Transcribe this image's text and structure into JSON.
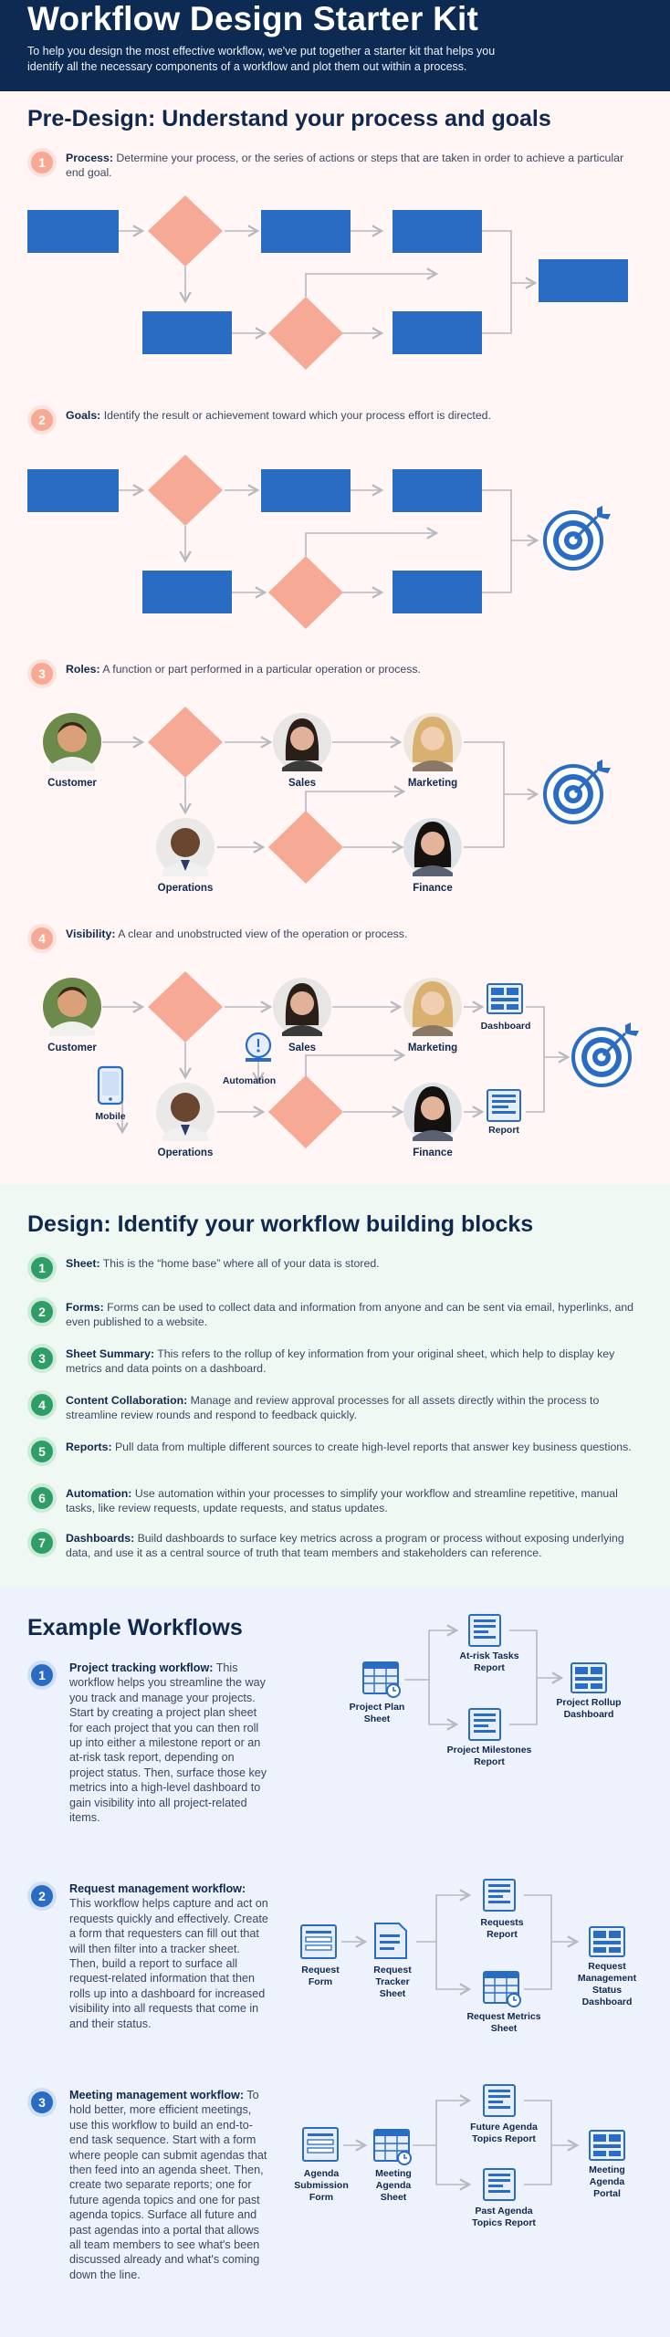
{
  "header": {
    "title": "Workflow Design Starter Kit",
    "intro_line1": "To help you design the most effective workflow, we've put together a starter kit that helps you",
    "intro_line2": "identify all the necessary components of a workflow and plot them out within a process."
  },
  "predesign": {
    "heading": "Pre-Design: Understand your process and goals",
    "steps": [
      {
        "num": "1",
        "term": "Process:",
        "text": "Determine your process, or the series of actions or steps that are taken in order to achieve a particular end goal."
      },
      {
        "num": "2",
        "term": "Goals:",
        "text": "Identify the result or achievement toward which your process effort is directed."
      },
      {
        "num": "3",
        "term": "Roles:",
        "text": "A function or part performed in a particular operation or process."
      },
      {
        "num": "4",
        "term": "Visibility:",
        "text": "A clear and unobstructed view of the operation or process."
      }
    ],
    "roles": {
      "customer": "Customer",
      "sales": "Sales",
      "marketing": "Marketing",
      "operations": "Operations",
      "finance": "Finance"
    },
    "visibility": {
      "customer": "Customer",
      "sales": "Sales",
      "marketing": "Marketing",
      "operations": "Operations",
      "finance": "Finance",
      "automation": "Automation",
      "mobile": "Mobile",
      "dashboard": "Dashboard",
      "report": "Report"
    }
  },
  "design": {
    "heading": "Design: Identify your workflow building blocks",
    "items": [
      {
        "num": "1",
        "term": "Sheet:",
        "text": "This is the “home base” where all of your data is stored."
      },
      {
        "num": "2",
        "term": "Forms:",
        "text": "Forms can be used to collect data and information from anyone and can be sent via email, hyperlinks, and even published to a website."
      },
      {
        "num": "3",
        "term": "Sheet Summary:",
        "text": "This refers to the rollup of key information from your original sheet, which help to display key metrics and data points on a dashboard."
      },
      {
        "num": "4",
        "term": "Content Collaboration:",
        "text": "Manage and review approval processes for all assets directly within the process to streamline review rounds and respond to feedback quickly."
      },
      {
        "num": "5",
        "term": "Reports:",
        "text": "Pull data from multiple different sources to create high-level reports that answer key business questions."
      },
      {
        "num": "6",
        "term": "Automation:",
        "text": "Use automation within your processes to simplify your workflow and streamline repetitive, manual tasks, like review requests, update requests, and status updates."
      },
      {
        "num": "7",
        "term": "Dashboards:",
        "text": "Build dashboards to surface key metrics across a program or process without exposing underlying data, and use it as a central source of truth that team members and stakeholders can reference."
      }
    ]
  },
  "examples": {
    "heading": "Example Workflows",
    "items": [
      {
        "num": "1",
        "term": "Project tracking workflow:",
        "text": "This workflow helps you streamline the way you track and manage your projects. Start by creating a project plan sheet for each project that you can then roll up into either a milestone report or an at-risk task report, depending on project status. Then, surface those key metrics into a high-level dashboard to gain visibility into all project-related items."
      },
      {
        "num": "2",
        "term": "Request management workflow:",
        "text": "This workflow helps capture and act on requests quickly and effectively. Create a form that requesters can fill out that will then filter into a tracker sheet. Then, build a report to surface all request-related information that then rolls up into a dashboard for increased visibility into all requests that come in and their status."
      },
      {
        "num": "3",
        "term": "Meeting management workflow:",
        "text": "To hold better, more efficient meetings, use this workflow to build an end-to-end task sequence. Start with a form where people can submit agendas that then feed into an agenda sheet. Then, create two separate reports; one for future agenda topics and one for past agenda topics. Surface all future and past agendas into a portal that allows all team members to see what's been discussed already and what's coming down the line."
      }
    ],
    "wf1": {
      "sheet_l1": "Project Plan",
      "sheet_l2": "Sheet",
      "r1_l1": "At-risk Tasks",
      "r1_l2": "Report",
      "r2_l1": "Project Milestones",
      "r2_l2": "Report",
      "dash_l1": "Project Rollup",
      "dash_l2": "Dashboard"
    },
    "wf2": {
      "form_l1": "Request",
      "form_l2": "Form",
      "tracker_l1": "Request",
      "tracker_l2": "Tracker",
      "tracker_l3": "Sheet",
      "reports_l1": "Requests",
      "reports_l2": "Report",
      "metrics_l1": "Request Metrics",
      "metrics_l2": "Sheet",
      "dash_l1": "Request",
      "dash_l2": "Management",
      "dash_l3": "Status",
      "dash_l4": "Dashboard"
    },
    "wf3": {
      "form_l1": "Agenda",
      "form_l2": "Submission",
      "form_l3": "Form",
      "sheet_l1": "Meeting",
      "sheet_l2": "Agenda",
      "sheet_l3": "Sheet",
      "future_l1": "Future Agenda",
      "future_l2": "Topics Report",
      "past_l1": "Past Agenda",
      "past_l2": "Topics Report",
      "portal_l1": "Meeting",
      "portal_l2": "Agenda",
      "portal_l3": "Portal"
    }
  },
  "colors": {
    "navy": "#0c2a52",
    "box_blue": "#2a6cc4",
    "salmon": "#f6a995",
    "green": "#2f9d67"
  }
}
